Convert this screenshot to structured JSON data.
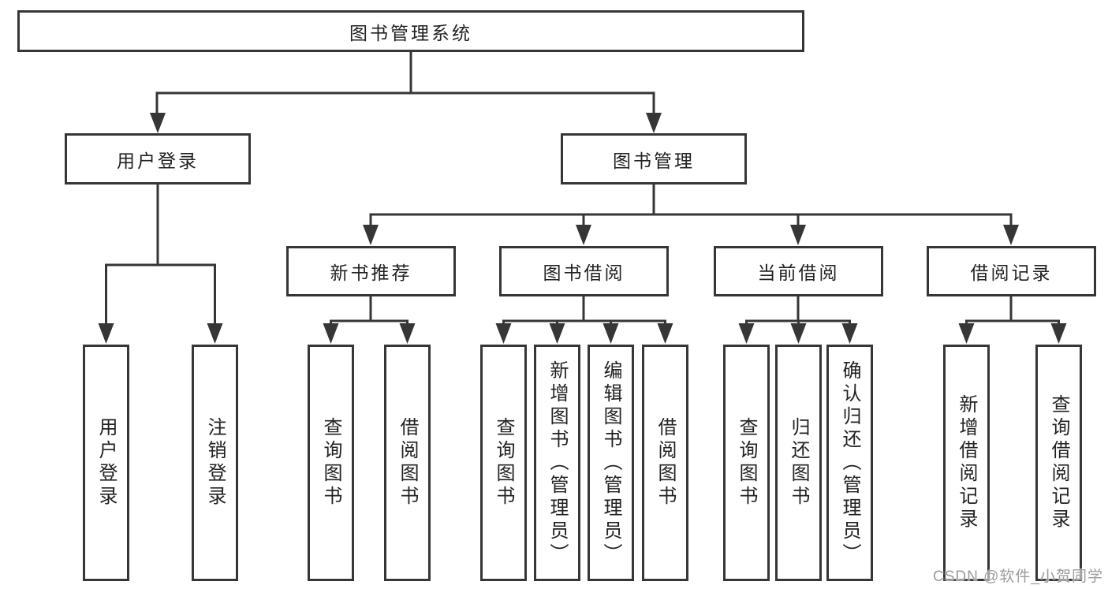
{
  "colors": {
    "line": "#363636",
    "text": "#222222",
    "box_bg": "#ffffff",
    "watermark": "#9c9c9c"
  },
  "watermark": {
    "text": "CSDN @软件_小贺同学"
  },
  "tree": {
    "root": {
      "label": "图书管理系统",
      "children": [
        {
          "label": "用户登录",
          "children": [
            {
              "label": "用户登录"
            },
            {
              "label": "注销登录"
            }
          ]
        },
        {
          "label": "图书管理",
          "children": [
            {
              "label": "新书推荐",
              "children": [
                {
                  "label": "查询图书"
                },
                {
                  "label": "借阅图书"
                }
              ]
            },
            {
              "label": "图书借阅",
              "children": [
                {
                  "label": "查询图书"
                },
                {
                  "label": "新增图书（管理员）"
                },
                {
                  "label": "编辑图书（管理员）"
                },
                {
                  "label": "借阅图书"
                }
              ]
            },
            {
              "label": "当前借阅",
              "children": [
                {
                  "label": "查询图书"
                },
                {
                  "label": "归还图书"
                },
                {
                  "label": "确认归还（管理员）"
                }
              ]
            },
            {
              "label": "借阅记录",
              "children": [
                {
                  "label": "新增借阅记录"
                },
                {
                  "label": "查询借阅记录"
                }
              ]
            }
          ]
        }
      ]
    }
  }
}
